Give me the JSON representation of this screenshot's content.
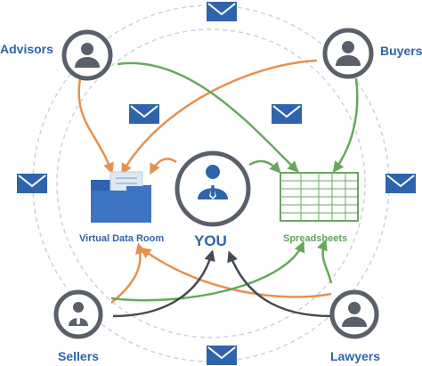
{
  "center": {
    "label": "YOU",
    "icon": "businessman-icon"
  },
  "nodes": {
    "advisors": {
      "label": "Advisors",
      "icon": "user-icon"
    },
    "buyers": {
      "label": "Buyers",
      "icon": "user-icon"
    },
    "sellers": {
      "label": "Sellers",
      "icon": "businessman-icon"
    },
    "lawyers": {
      "label": "Lawyers",
      "icon": "user-icon"
    }
  },
  "hubs": {
    "data_room": {
      "label": "Virtual Data Room",
      "icon": "folder-icon"
    },
    "spreadsheets": {
      "label": "Spreadsheets",
      "icon": "spreadsheet-icon"
    }
  },
  "envelope_icon": "envelope-icon",
  "colors": {
    "blue": "#2f63ad",
    "green": "#67a85e",
    "orange": "#e6914e",
    "dark": "#444b54",
    "ring": "#5a6069",
    "orbit": "#cfd3d8"
  }
}
